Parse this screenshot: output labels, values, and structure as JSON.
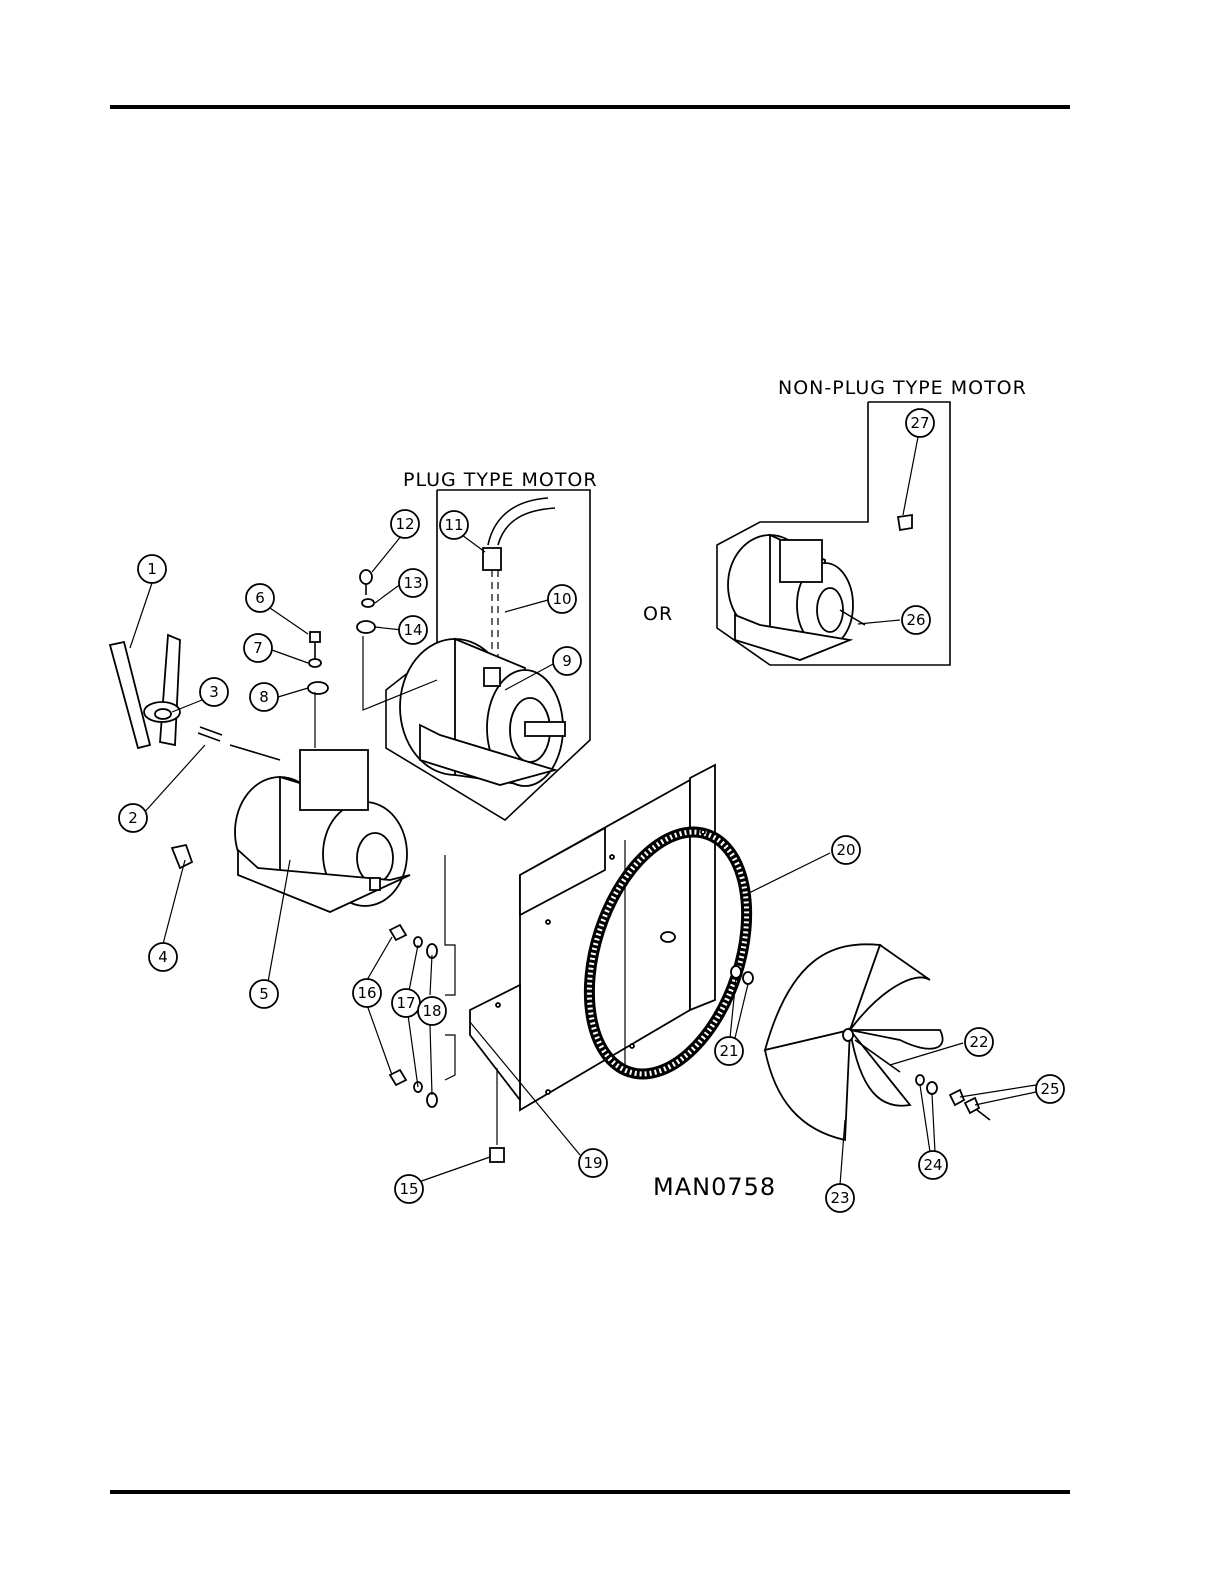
{
  "drawing_number": "MAN0758",
  "labels": {
    "plug_type_motor": "PLUG TYPE MOTOR",
    "non_plug_type_motor": "NON-PLUG TYPE MOTOR",
    "or": "OR"
  },
  "callouts": [
    "1",
    "2",
    "3",
    "4",
    "5",
    "6",
    "7",
    "8",
    "9",
    "10",
    "11",
    "12",
    "13",
    "14",
    "15",
    "16",
    "17",
    "18",
    "19",
    "20",
    "21",
    "22",
    "23",
    "24",
    "25",
    "26",
    "27"
  ]
}
